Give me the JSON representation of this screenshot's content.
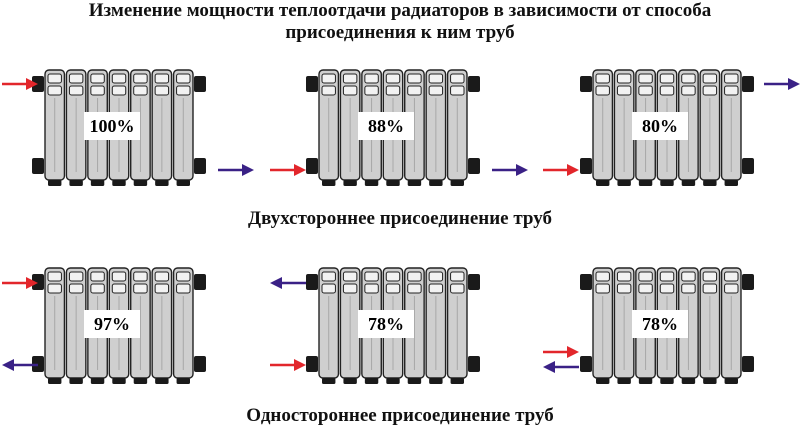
{
  "title_line1": "Изменение мощности теплоотдачи радиаторов в зависимости от способа",
  "title_line2": "присоединения к ним труб",
  "section_two_sided": "Двухстороннее присоединение труб",
  "section_one_sided": "Одностороннее присоединение труб",
  "colors": {
    "supply": "#e2262b",
    "return": "#3a2186",
    "body": "#cfcfcf",
    "outline": "#222222",
    "cap": "#1a1a1a"
  },
  "radiators": [
    {
      "label": "100%"
    },
    {
      "label": "88%"
    },
    {
      "label": "80%"
    },
    {
      "label": "97%"
    },
    {
      "label": "78%"
    },
    {
      "label": "78%"
    }
  ],
  "arrows": [
    {
      "kind": "supply",
      "direction": "right"
    },
    {
      "kind": "return",
      "direction": "right"
    },
    {
      "kind": "supply",
      "direction": "right"
    },
    {
      "kind": "return",
      "direction": "right"
    },
    {
      "kind": "return",
      "direction": "right"
    },
    {
      "kind": "supply",
      "direction": "right"
    },
    {
      "kind": "supply",
      "direction": "right"
    },
    {
      "kind": "return",
      "direction": "left"
    },
    {
      "kind": "return",
      "direction": "left"
    },
    {
      "kind": "supply",
      "direction": "right"
    },
    {
      "kind": "supply",
      "direction": "right"
    },
    {
      "kind": "return",
      "direction": "left"
    }
  ]
}
